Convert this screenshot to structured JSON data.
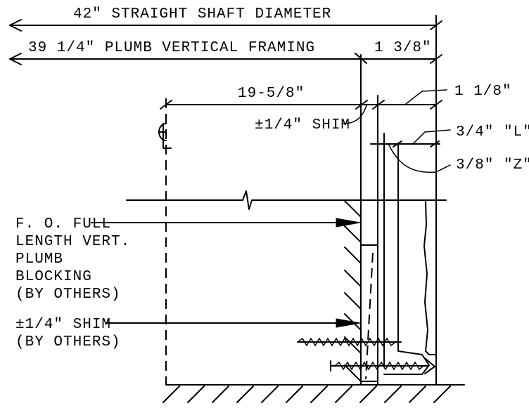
{
  "dimensions": {
    "shaft_diameter": "42\" STRAIGHT SHAFT DIAMETER",
    "plumb_framing": "39 1/4\" PLUMB VERTICAL FRAMING",
    "gap_1_3_8": "1 3/8\"",
    "span_19_5_8": "19-5/8\"",
    "gap_1_1_8": "1 1/8\""
  },
  "callouts": {
    "shim_top": "±1/4\" SHIM",
    "l_angle": "3/4\" \"L\"",
    "z_channel": "3/8\" \"Z\"",
    "blocking": [
      "F. O. FULL",
      "LENGTH VERT.",
      "PLUMB",
      "BLOCKING",
      "(BY OTHERS)"
    ],
    "shim_bottom": [
      "±1/4\" SHIM",
      "(BY OTHERS)"
    ]
  },
  "centerline_symbol": "CL"
}
